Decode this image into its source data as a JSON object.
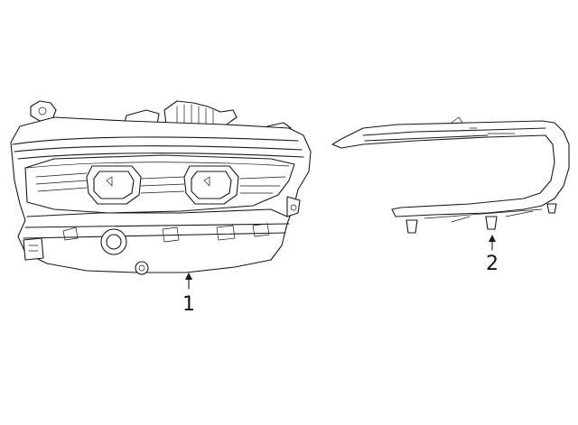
{
  "callouts": [
    {
      "id": "headlamp",
      "label": "1"
    },
    {
      "id": "bezel",
      "label": "2"
    }
  ]
}
